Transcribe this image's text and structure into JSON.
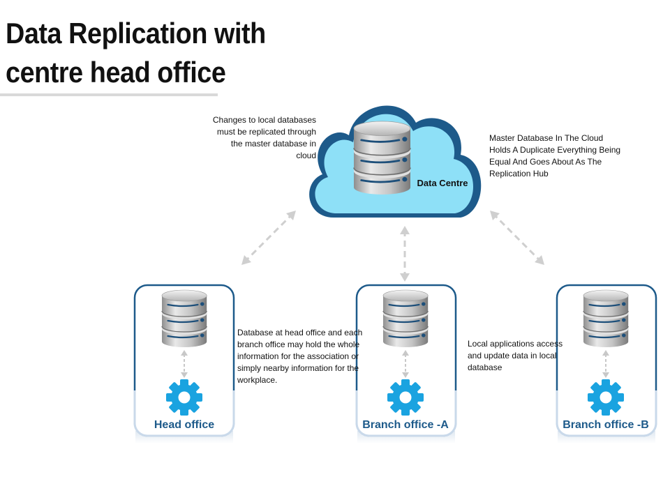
{
  "title_line1": "Data Replication with",
  "title_line2": "centre head office",
  "cloud_label": "Data Centre",
  "note_cloud_left": "Changes to local databases must be replicated through the master database in cloud",
  "note_cloud_right": "Master Database In The Cloud Holds A Duplicate Everything Being Equal And Goes About As The Replication Hub",
  "note_between_head_branch_a": "Database at head office and each branch office may hold the whole information for the association or simply nearby information for the workplace.",
  "note_between_branch_a_b": "Local applications access and update data in local database",
  "offices": [
    {
      "label": "Head office"
    },
    {
      "label": "Branch office -A"
    },
    {
      "label": "Branch office -B"
    }
  ],
  "colors": {
    "cloud_fill": "#8ee0f7",
    "cloud_outline": "#1d5a8a",
    "card_border": "#1d5a8a",
    "office_label": "#1d5a8a",
    "gear": "#1aa3e0",
    "arrow": "#cfcfcf"
  },
  "icons": [
    "database-icon",
    "gear-icon",
    "double-arrow-icon",
    "cloud-icon"
  ]
}
